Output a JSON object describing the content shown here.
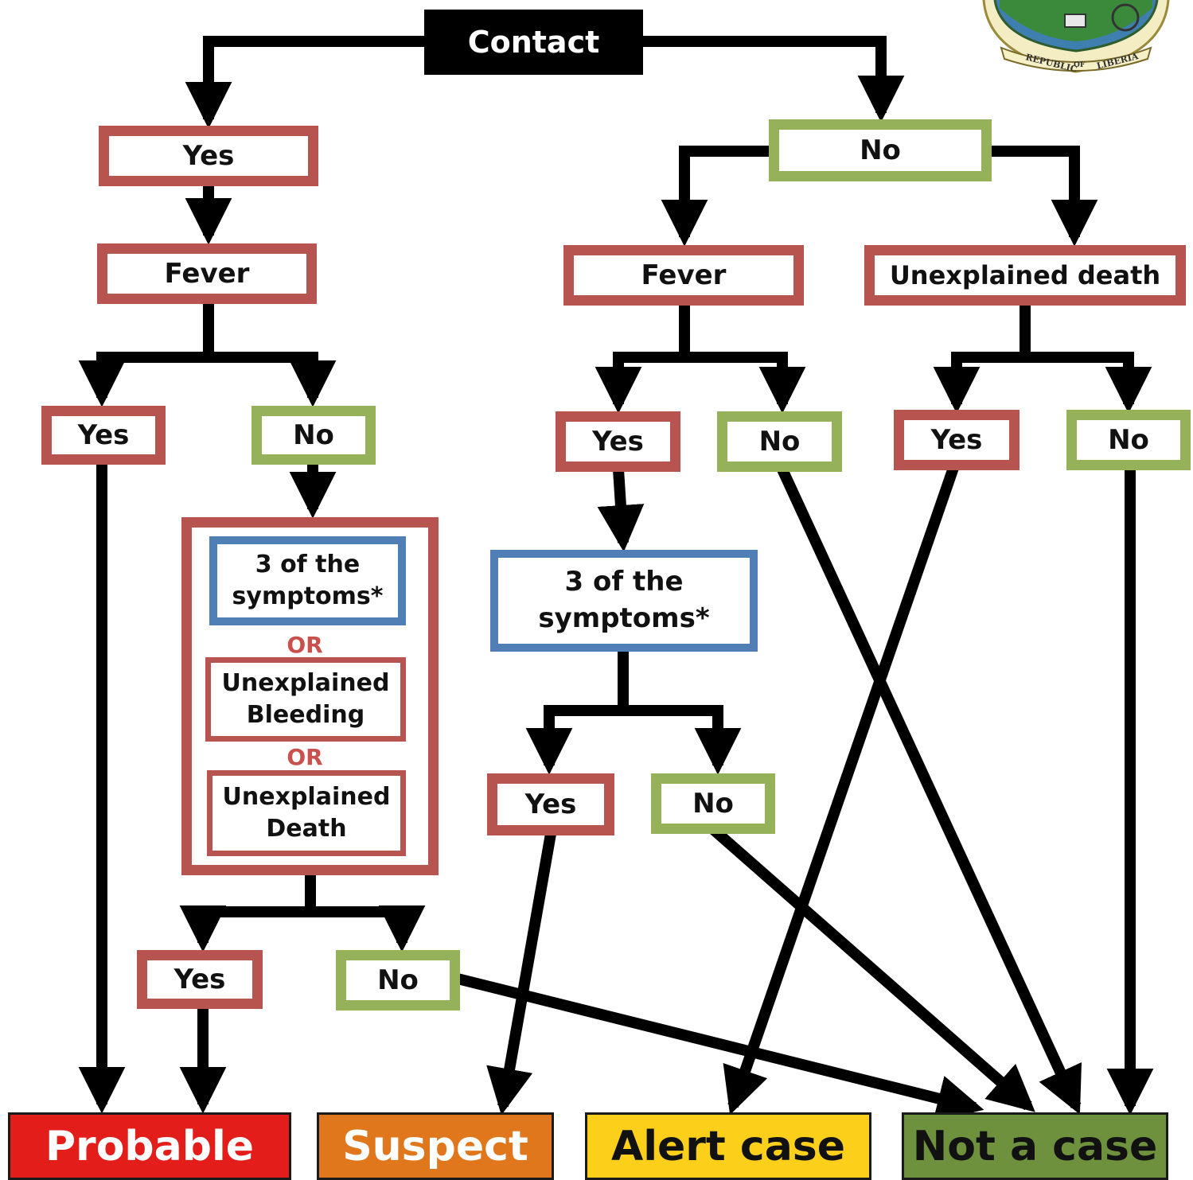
{
  "root": {
    "label": "Contact"
  },
  "branches": {
    "contact_yes": "Yes",
    "contact_no": "No",
    "left_fever": "Fever",
    "left_fever_yes": "Yes",
    "left_fever_no": "No",
    "group_symptoms": "3 of the symptoms*",
    "group_or_1": "OR",
    "group_bleeding": "Unexplained Bleeding",
    "group_or_2": "OR",
    "group_death": "Unexplained Death",
    "group_yes": "Yes",
    "group_no": "No",
    "mid_fever": "Fever",
    "mid_fever_yes": "Yes",
    "mid_fever_no": "No",
    "mid_symptoms": "3 of the symptoms*",
    "mid_symptoms_yes": "Yes",
    "mid_symptoms_no": "No",
    "unexplained_death": "Unexplained death",
    "death_yes": "Yes",
    "death_no": "No"
  },
  "outcomes": {
    "probable": "Probable",
    "suspect": "Suspect",
    "alert": "Alert case",
    "not_case": "Not a case"
  },
  "seal": {
    "text_republic": "REPUBLIC",
    "text_of": "OF",
    "text_liberia": "LIBERIA"
  },
  "colors": {
    "yes_border": "#b85450",
    "no_border": "#95b15a",
    "symptoms_border": "#4f7fb5",
    "probable": "#e31d1a",
    "suspect": "#e0771d",
    "alert": "#fbcf1a",
    "not_case": "#6d913d",
    "arrow": "#000000"
  }
}
